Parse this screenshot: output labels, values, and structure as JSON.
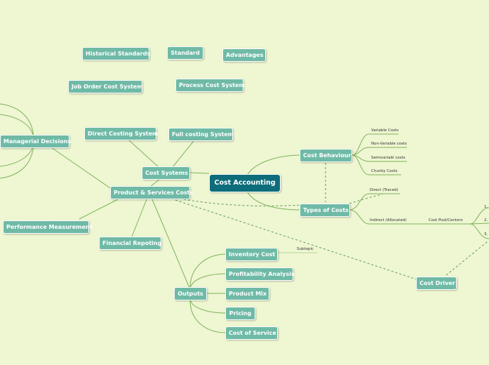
{
  "root": "Cost Accounting",
  "nodes": {
    "historical_standards": "Historical Standards",
    "standard": "Standard",
    "advantages": "Advantages",
    "job_order": "Job Order Cost System",
    "process_cost": "Process Cost System",
    "direct_costing": "Direct Costing System",
    "full_costing": "Full costing System",
    "managerial_decisions": "Managerial Decisions",
    "cost_systems": "Cost Systems",
    "product_services": "Product & Services Costs",
    "performance_measurement": "Performance Measurement",
    "financial_reporting": "Financial Repoting",
    "outputs": "Outputs",
    "inventory_cost": "Inventory Cost",
    "profitability": "Profitability Analysis",
    "product_mix": "Product Mix",
    "pricing": "Pricing",
    "cost_of_service": "Cost of Service",
    "cost_behaviour": "Cost Behaviour",
    "types_of_costs": "Types of Costs",
    "cost_driver": "Cost Driver"
  },
  "labels": {
    "variable_costs": "Variable Costs",
    "non_variable_costs": "Non-Variable costs",
    "semivariable_costs": "Semivariabl costs",
    "chunky_costs": "Chunky Costs",
    "direct_traced": "Direct (Traced)",
    "indirect_allocated": "Indirect (Allocated)",
    "cost_pool": "Cost Pool/Centers",
    "subtopic": "Subtopic",
    "n1": "1.",
    "n2": "2.",
    "n3": "3."
  },
  "colors": {
    "background": "#eef6d2",
    "node_fill": "#6fbaa6",
    "root_fill": "#0e6d7a",
    "connector": "#7fb35a",
    "dashed_connector": "#5f9a55"
  }
}
